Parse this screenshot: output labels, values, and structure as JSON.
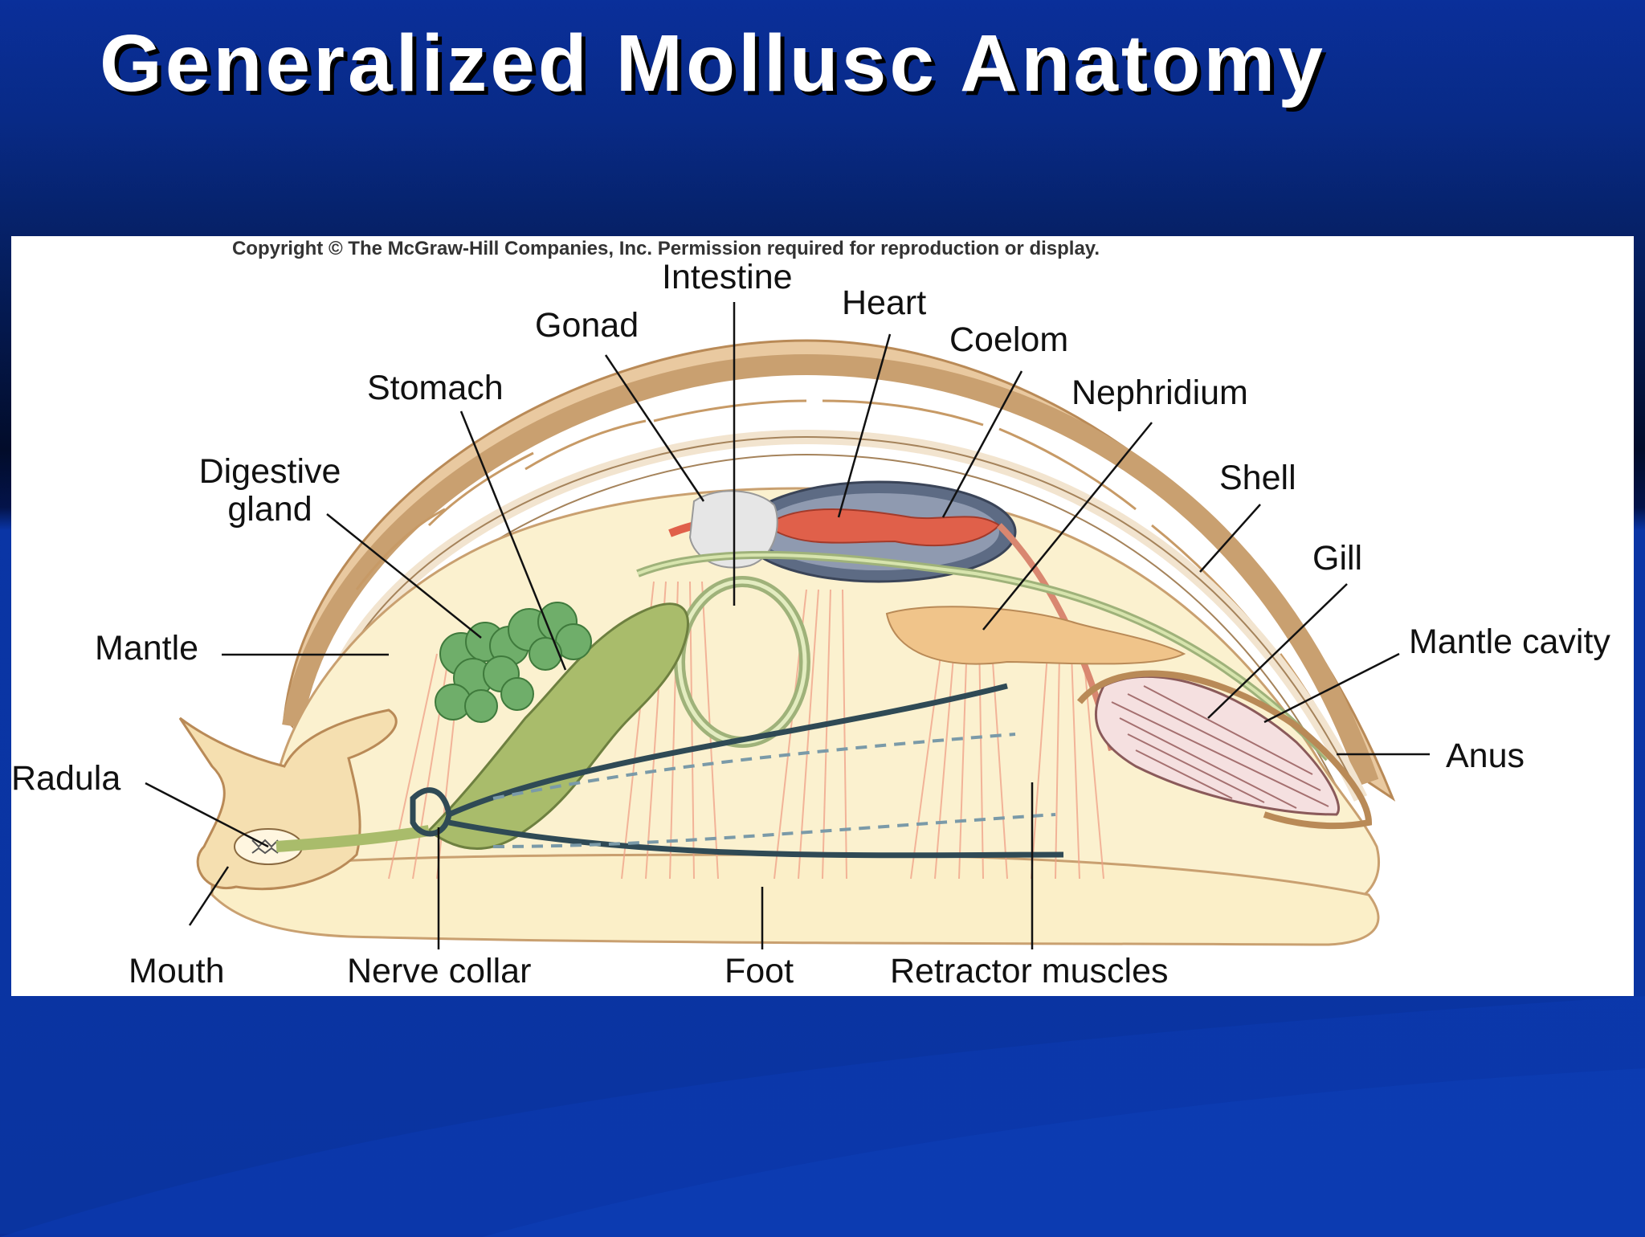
{
  "slide": {
    "title": "Generalized Mollusc Anatomy"
  },
  "figure": {
    "copyright": "Copyright © The McGraw-Hill Companies, Inc. Permission required for reproduction or display.",
    "labels": {
      "intestine": "Intestine",
      "heart": "Heart",
      "gonad": "Gonad",
      "coelom": "Coelom",
      "stomach": "Stomach",
      "nephridium": "Nephridium",
      "digestive_gland_line1": "Digestive",
      "digestive_gland_line2": "gland",
      "shell": "Shell",
      "gill": "Gill",
      "mantle": "Mantle",
      "mantle_cavity": "Mantle cavity",
      "radula": "Radula",
      "anus": "Anus",
      "mouth": "Mouth",
      "nerve_collar": "Nerve collar",
      "foot": "Foot",
      "retractor_muscles": "Retractor muscles"
    }
  },
  "colors": {
    "background_blue": "#0a34a0",
    "shell": "#e9c9a0",
    "body": "#fbf1cf",
    "gut": "#a9bc6b",
    "digestive_gland": "#6fae6a",
    "heart": "#e0604a",
    "coelom": "#5d6b84",
    "muscle": "#f2b7a0",
    "nerve": "#2f4a55"
  }
}
